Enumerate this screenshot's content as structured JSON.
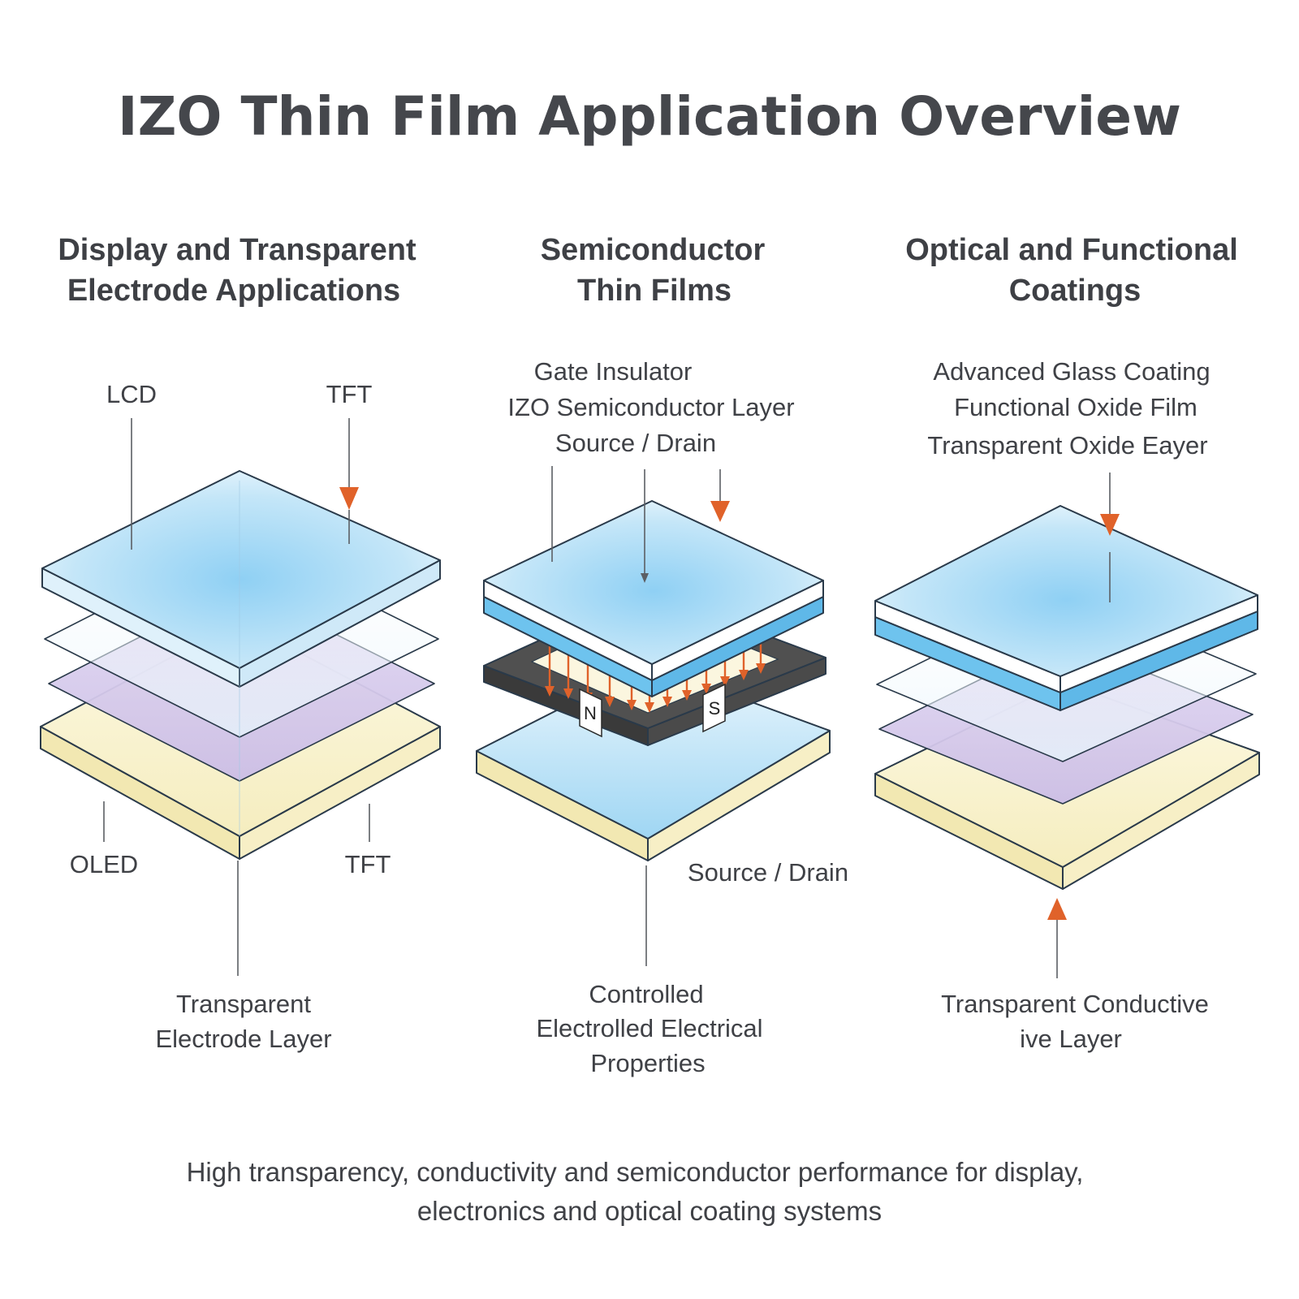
{
  "title": "IZO Thin Film Application Overview",
  "sections": [
    {
      "heading_lines": [
        "Display and Transparent",
        "Electrode Applications"
      ],
      "labels": {
        "lcd": "LCD",
        "tft_top": "TFT",
        "oled": "OLED",
        "tft_bottom": "TFT",
        "bottom_lines": [
          "Transparent",
          "Electrode Layer"
        ]
      }
    },
    {
      "heading_lines": [
        "Semiconductor",
        "Thin Films"
      ],
      "labels": {
        "top_lines": [
          "Gate Insulator",
          "IZO Semiconductor Layer",
          "Source / Drain"
        ],
        "side": "Source / Drain",
        "tag_n": "N",
        "tag_s": "S",
        "bottom_lines": [
          "Controlled",
          "Electrolled Electrical",
          "Properties"
        ]
      }
    },
    {
      "heading_lines": [
        "Optical and Functional",
        "Coatings"
      ],
      "labels": {
        "top_lines": [
          "Advanced Glass Coating",
          "Functional Oxide Film",
          "Transparent Oxide Eayer"
        ],
        "bottom_lines": [
          "Transparent Conductive",
          "ive Layer"
        ]
      }
    }
  ],
  "footer_lines": [
    "High transparency, conductivity and semiconductor performance for display,",
    "electronics and optical coating systems"
  ],
  "colors": {
    "glass_blue": "#bfe3f7",
    "glass_edge_blue": "#6ec3ee",
    "lavender": "#d3c6ea",
    "cream": "#f8f2c8",
    "dark_layer": "#4b4b4b",
    "arrow_orange": "#e0622a"
  }
}
